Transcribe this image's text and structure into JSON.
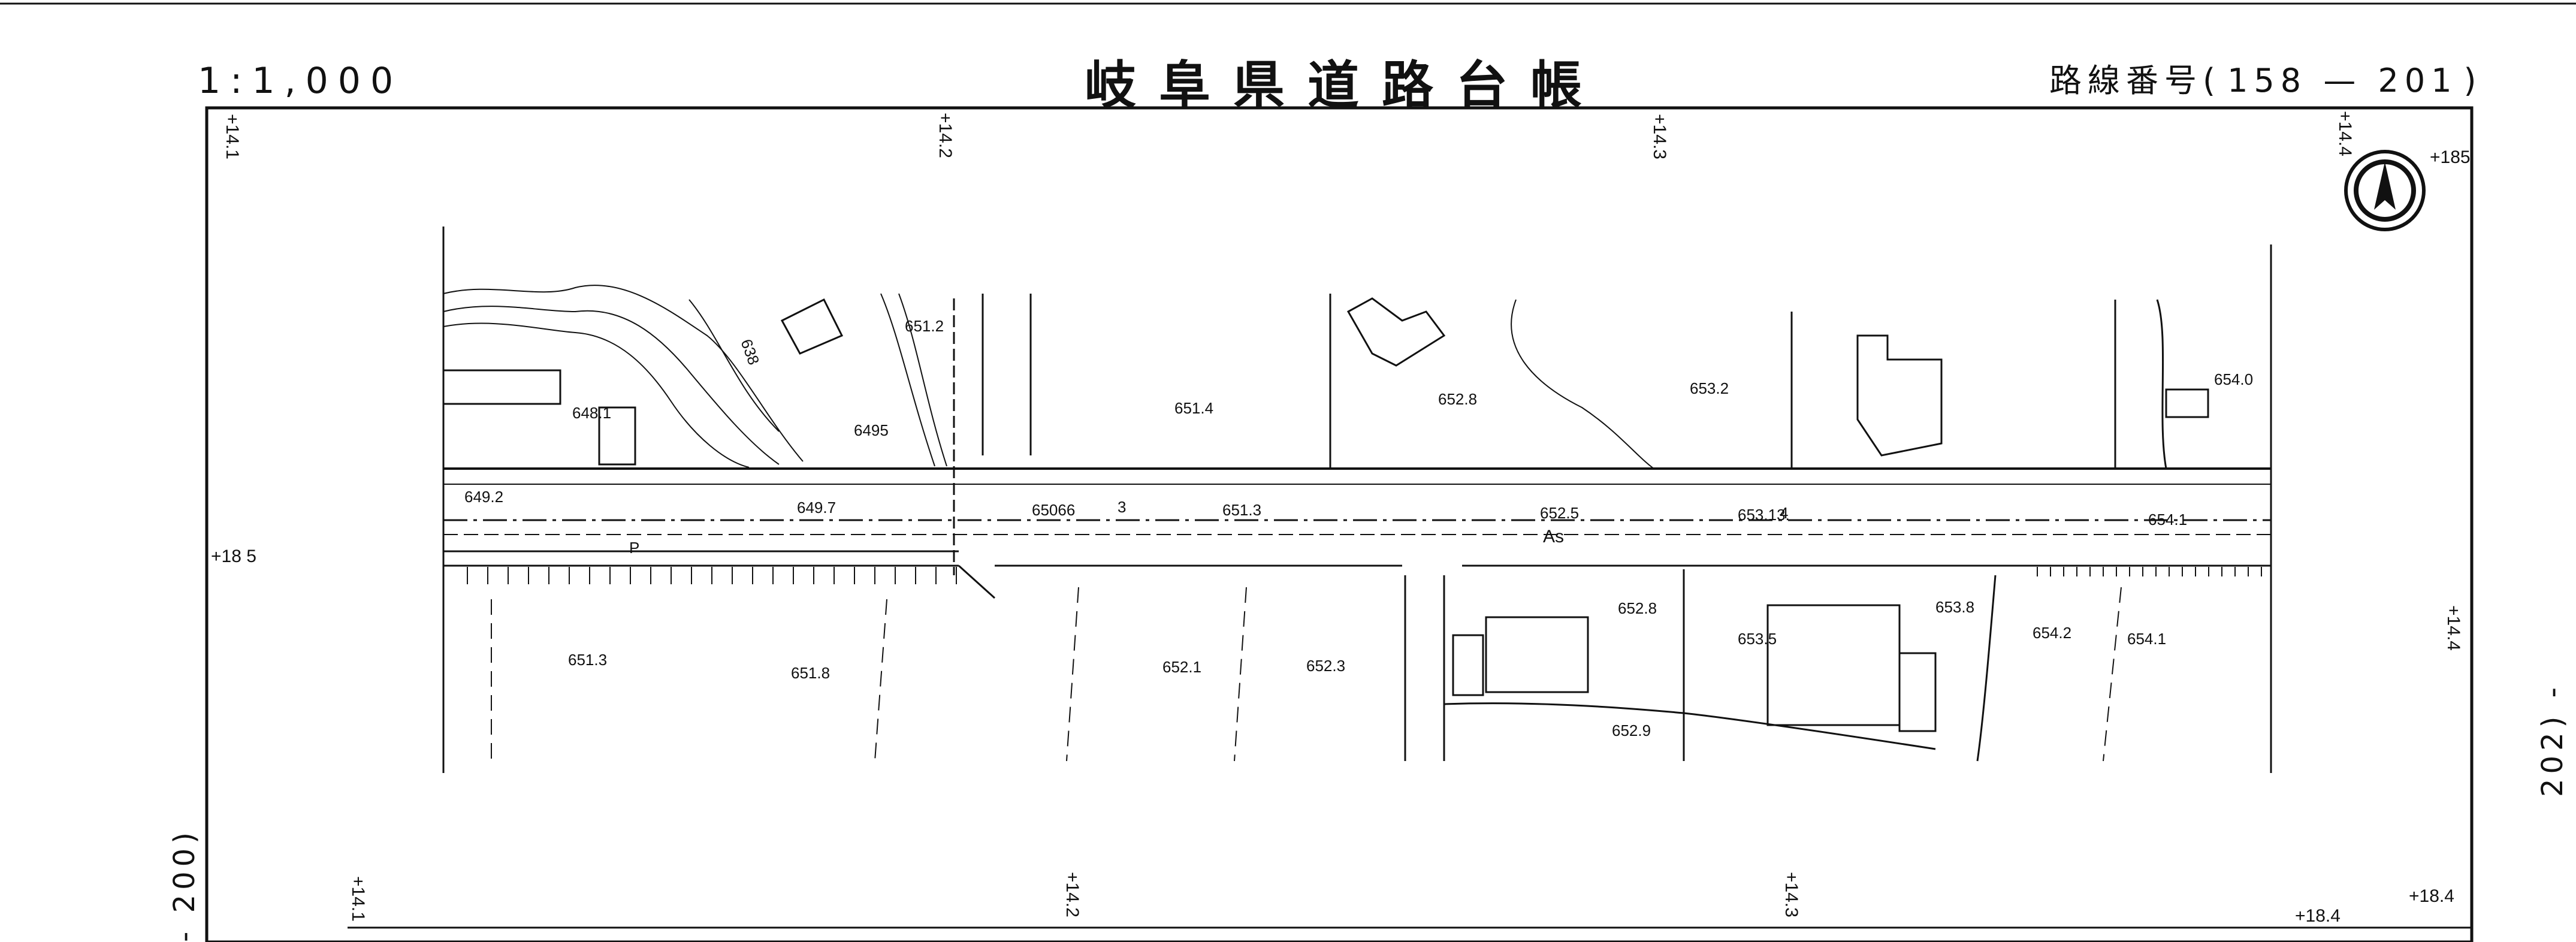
{
  "header": {
    "scale": "1:1,000",
    "title": "岐阜県道路台帳",
    "route_label": "路線番号",
    "route_open": "(",
    "route_number": "158 — 201",
    "route_close": ")"
  },
  "adjacent_sheets": {
    "left": "- 200)",
    "right": "202) -"
  },
  "north_arrow": "north-arrow-icon",
  "chainage_top": [
    "+14.1",
    "+14.2",
    "+14.3",
    "+14.4"
  ],
  "chainage_bottom": [
    "+14.1",
    "+14.2",
    "+14.3",
    "+18.4",
    "+18.4"
  ],
  "chainage_side": [
    "+185",
    "+18 5",
    "+14.4"
  ],
  "road": {
    "surface": "As",
    "lane_marks": [
      "3",
      "4"
    ],
    "parking_mark": "P"
  },
  "elevations": {
    "road": [
      "649.2",
      "649.7",
      "65066",
      "651.3",
      "652.5",
      "653.13.",
      "654.1"
    ],
    "north_side": [
      "648.1",
      "6495",
      "651.2",
      "651.4",
      "652.8",
      "653.2",
      "654.0",
      "638"
    ],
    "south_side": [
      "651.3",
      "651.8",
      "652.1",
      "652.3",
      "652.8",
      "652.9",
      "653.5",
      "653.8",
      "654.2",
      "654.1"
    ]
  },
  "colors": {
    "ink": "#111111",
    "paper": "#ffffff"
  }
}
